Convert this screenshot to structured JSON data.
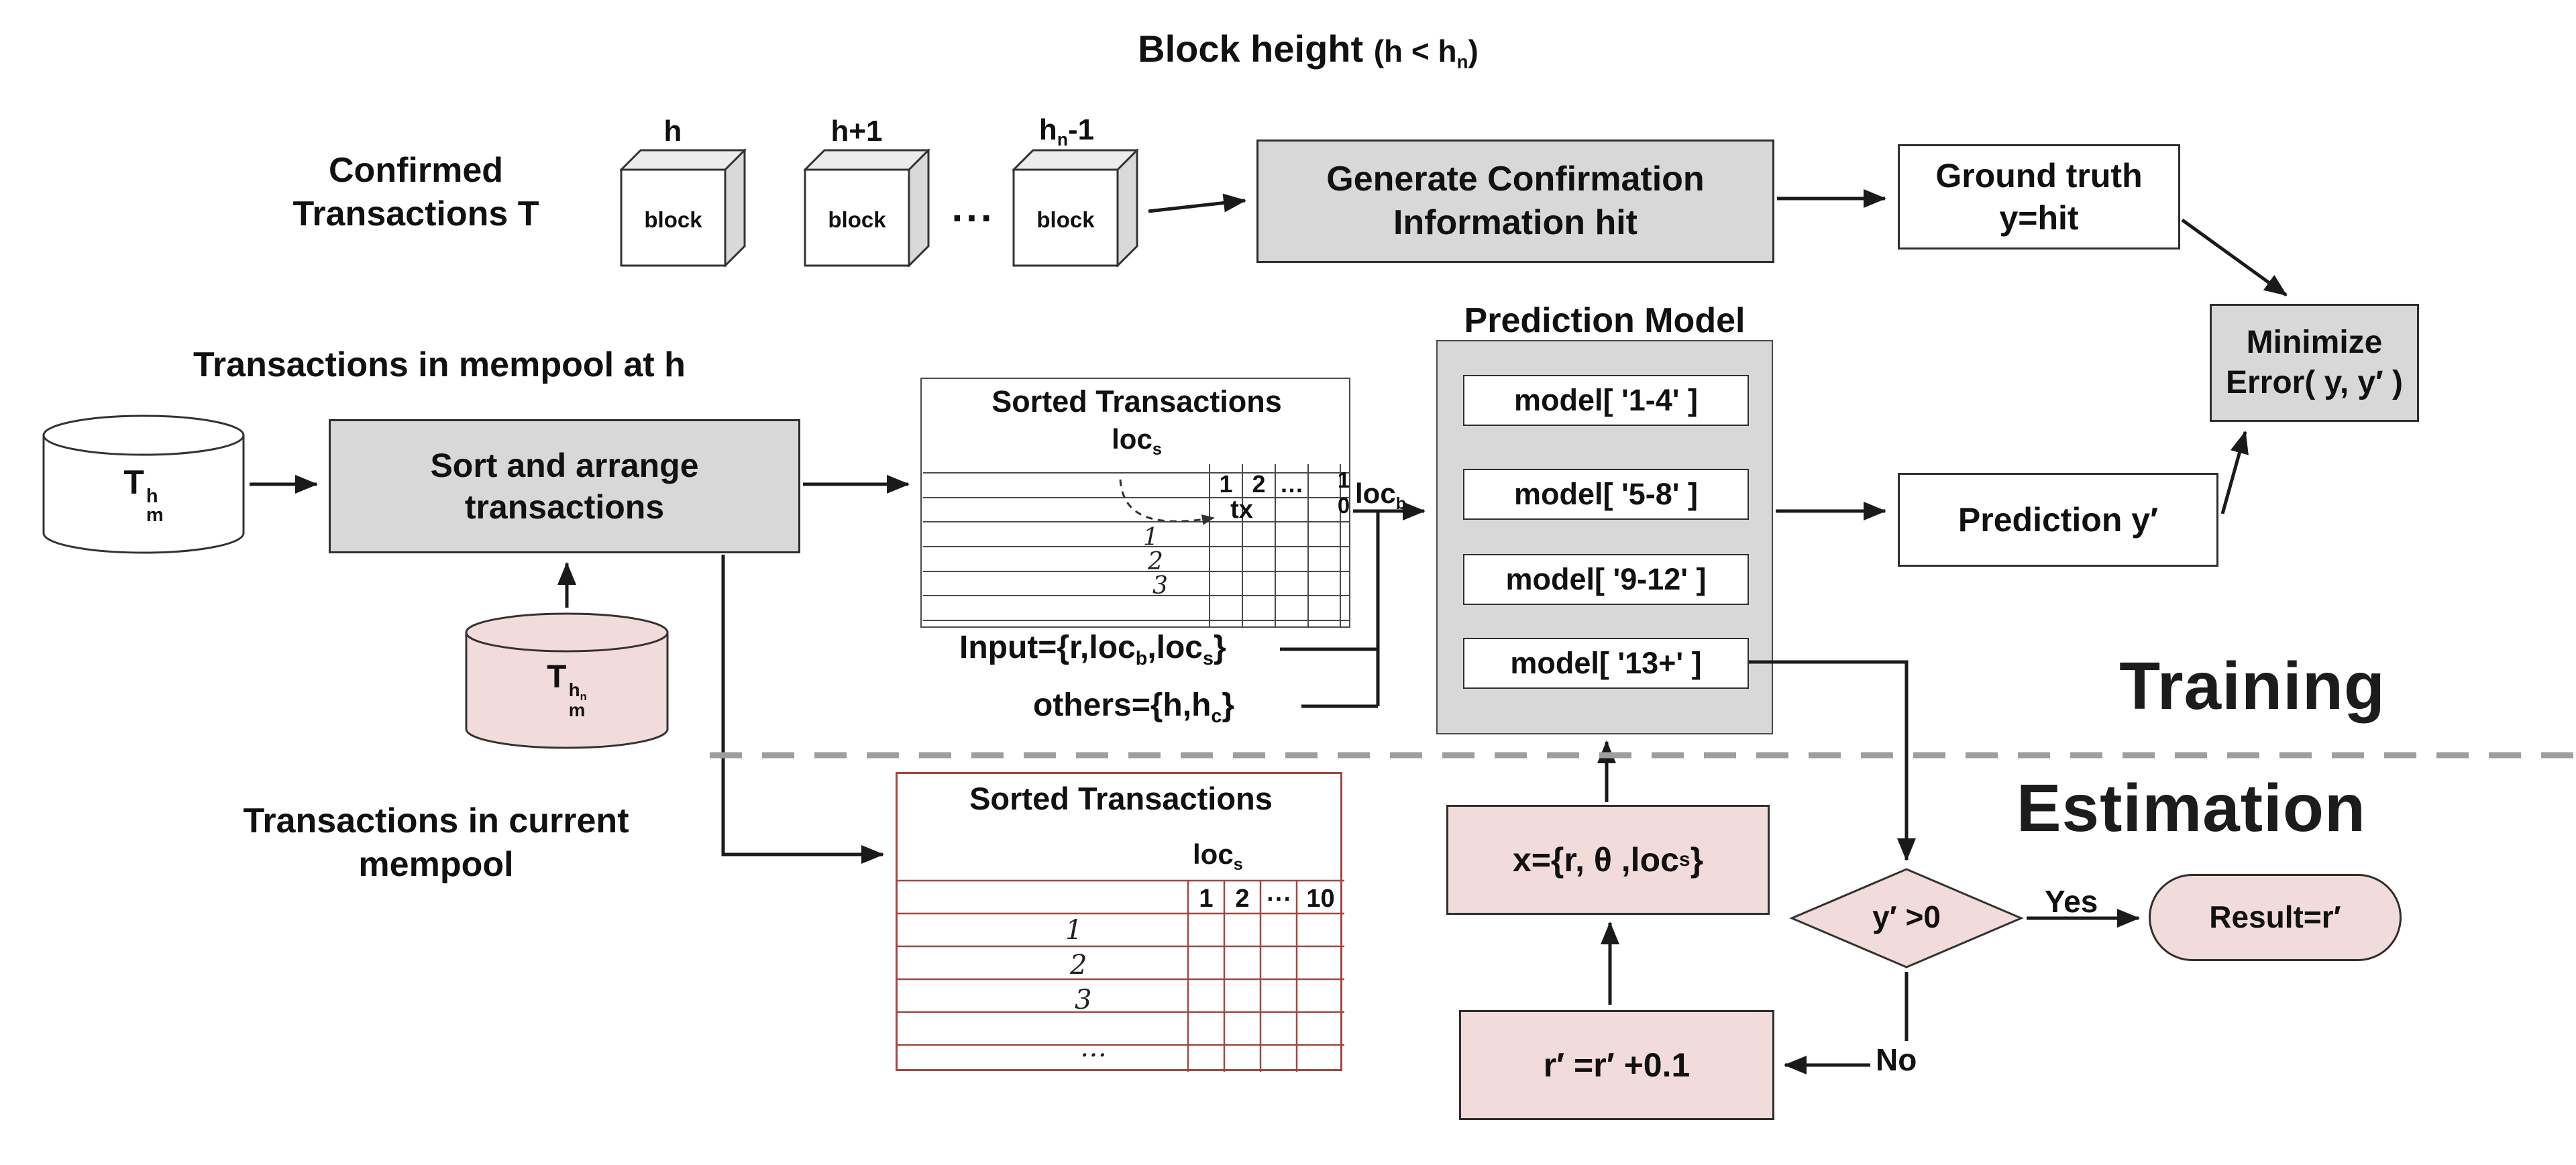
{
  "colors": {
    "gray": "#d8d8d8",
    "pink": "#f2dcdb",
    "table_red": "#9c4a41",
    "dash": "#9e9e9e",
    "line": "#1a1a1a"
  },
  "header": {
    "title_main": "Block height ",
    "paren_pre": "(h < h",
    "paren_sub": "n",
    "paren_post": ")"
  },
  "confirmed": {
    "line1": "Confirmed",
    "line2": "Transactions T"
  },
  "blocks": {
    "label1": "h",
    "label2": "h+1",
    "label3_pre": "h",
    "label3_sub": "n",
    "label3_post": "-1",
    "block_text": "block",
    "dots": "..."
  },
  "generate_box": {
    "line1": "Generate Confirmation",
    "line2": "Information hit"
  },
  "ground_truth": {
    "line1": "Ground truth",
    "line2": "y=hit"
  },
  "minimize": {
    "line1": "Minimize",
    "line2": "Error( y, y′ )"
  },
  "prediction_model": {
    "label": "Prediction Model",
    "models": [
      "model[ '1-4' ]",
      "model[ '5-8' ]",
      "model[ '9-12' ]",
      "model[ '13+' ]"
    ]
  },
  "prediction_y": {
    "label": "Prediction y′"
  },
  "mempool_h_label": "Transactions in mempool at h",
  "cyl_white": {
    "base": "T",
    "sup": "h",
    "sub": "m"
  },
  "sort_box": {
    "line1": "Sort and arrange",
    "line2": "transactions"
  },
  "cyl_pink": {
    "base": "T",
    "sup": "h",
    "supsub": "n",
    "sub": "m"
  },
  "table_top": {
    "title": "Sorted Transactions",
    "locs_base": "loc",
    "locs_sub": "s",
    "cols": [
      "1",
      "2",
      "…"
    ],
    "col10_top": "1",
    "col10_bottom": "0",
    "rows": [
      "1",
      "2",
      "3"
    ],
    "tx": "tx",
    "locb_base": "loc",
    "locb_sub": "b"
  },
  "input_label": {
    "p1": "Input={r,loc",
    "sub1": "b",
    "p2": ",loc",
    "sub2": "s",
    "p3": "}"
  },
  "others_label": {
    "p1": "others={h,h",
    "sub1": "c",
    "p2": "}"
  },
  "training_label": "Training",
  "estimation_label": "Estimation",
  "current_mempool": {
    "line1": "Transactions in current",
    "line2": "mempool"
  },
  "table_bottom": {
    "title": "Sorted Transactions",
    "locs_base": "loc",
    "locs_sub": "s",
    "cols": [
      "1",
      "2",
      "⋯",
      "10"
    ],
    "rows": [
      "1",
      "2",
      "3",
      "…"
    ]
  },
  "x_box": {
    "p1": "x={r, θ ,loc",
    "sub": "s",
    "p2": "}"
  },
  "diamond": {
    "label": "y′ >0"
  },
  "yes_label": "Yes",
  "no_label": "No",
  "result_box": "Result=r′",
  "r_box": "r′ =r′ +0.1"
}
